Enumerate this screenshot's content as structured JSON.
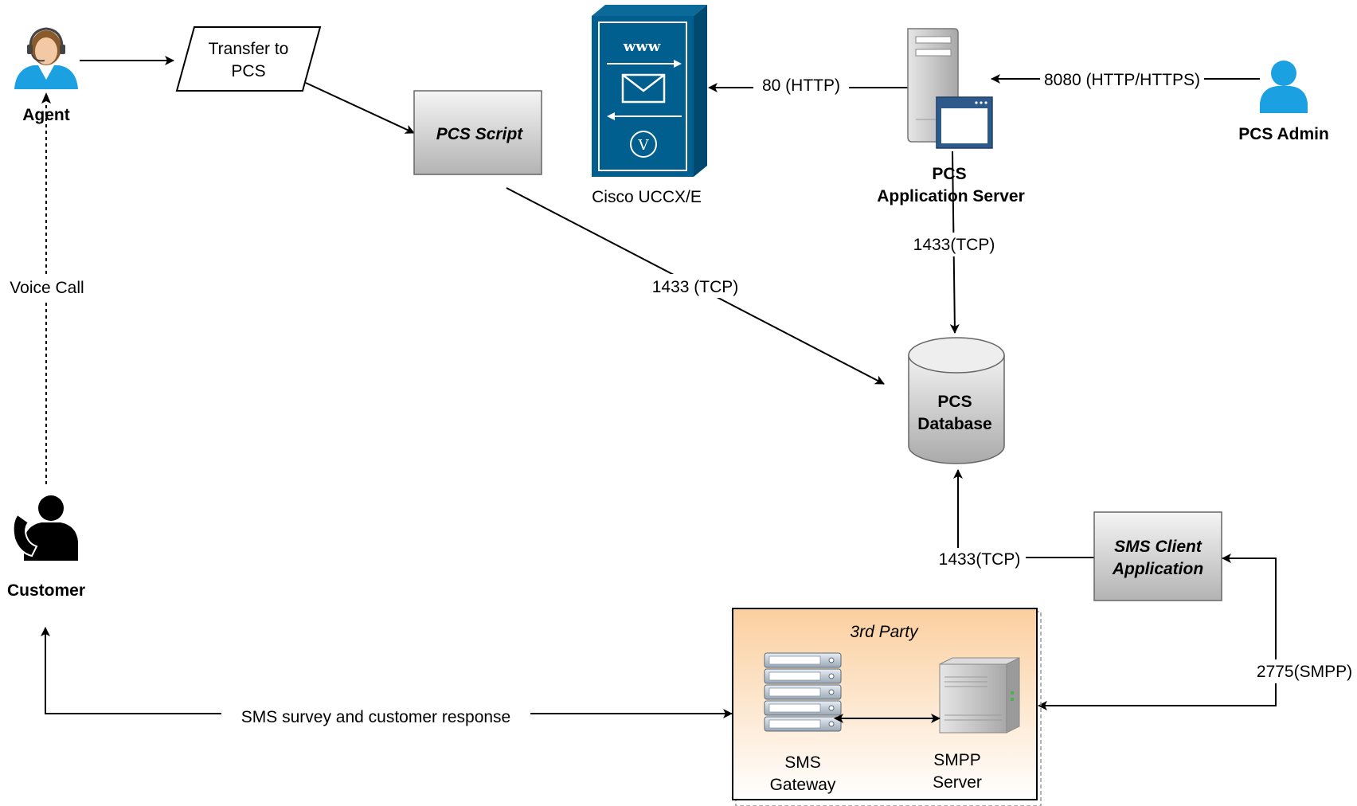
{
  "nodes": {
    "agent": {
      "label": "Agent"
    },
    "customer": {
      "label": "Customer"
    },
    "transfer": {
      "line1": "Transfer to",
      "line2": "PCS"
    },
    "pcs_script": {
      "label": "PCS Script"
    },
    "cisco": {
      "label": "Cisco UCCX/E",
      "www_text": "www"
    },
    "app_server": {
      "line1": "PCS",
      "line2": "Application Server"
    },
    "pcs_admin": {
      "label": "PCS Admin"
    },
    "database": {
      "line1": "PCS",
      "line2": "Database"
    },
    "sms_client": {
      "line1": "SMS Client",
      "line2": "Application"
    },
    "third_party": {
      "label": "3rd Party"
    },
    "sms_gateway": {
      "line1": "SMS",
      "line2": "Gateway"
    },
    "smpp_server": {
      "line1": "SMPP",
      "line2": "Server"
    }
  },
  "edges": {
    "voice_call": "Voice Call",
    "http80": "80 (HTTP)",
    "http8080": "8080 (HTTP/HTTPS)",
    "script_db": "1433 (TCP)",
    "app_db": "1433(TCP)",
    "client_db": "1433(TCP)",
    "smpp": "2775(SMPP)",
    "sms_survey": "SMS survey and customer response"
  },
  "colors": {
    "cisco_blue": "#005f8f",
    "person_blue": "#1ba1e2",
    "box_grad_top": "#f5f5f5",
    "box_grad_bottom": "#b3b3b3",
    "third_party_top": "#fdd9b5",
    "third_party_bottom": "#ffffff"
  }
}
